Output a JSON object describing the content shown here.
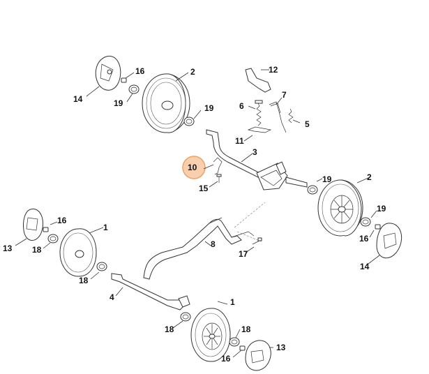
{
  "highlight_color": "#f0a060",
  "callouts": [
    {
      "id": "c12",
      "text": "12"
    },
    {
      "id": "c16a",
      "text": "16"
    },
    {
      "id": "c2a",
      "text": "2"
    },
    {
      "id": "c14a",
      "text": "14"
    },
    {
      "id": "c19a",
      "text": "19"
    },
    {
      "id": "c19b",
      "text": "19"
    },
    {
      "id": "c7",
      "text": "7"
    },
    {
      "id": "c6",
      "text": "6"
    },
    {
      "id": "c5",
      "text": "5"
    },
    {
      "id": "c11",
      "text": "11"
    },
    {
      "id": "c3",
      "text": "3"
    },
    {
      "id": "c10",
      "text": "10"
    },
    {
      "id": "c15",
      "text": "15"
    },
    {
      "id": "c19c",
      "text": "19"
    },
    {
      "id": "c2b",
      "text": "2"
    },
    {
      "id": "c19d",
      "text": "19"
    },
    {
      "id": "c16b",
      "text": "16"
    },
    {
      "id": "c14b",
      "text": "14"
    },
    {
      "id": "c16c",
      "text": "16"
    },
    {
      "id": "c1a",
      "text": "1"
    },
    {
      "id": "c13a",
      "text": "13"
    },
    {
      "id": "c18a",
      "text": "18"
    },
    {
      "id": "c18b",
      "text": "18"
    },
    {
      "id": "c8",
      "text": "8"
    },
    {
      "id": "c17",
      "text": "17"
    },
    {
      "id": "c4",
      "text": "4"
    },
    {
      "id": "c1b",
      "text": "1"
    },
    {
      "id": "c18c",
      "text": "18"
    },
    {
      "id": "c18d",
      "text": "18"
    },
    {
      "id": "c13b",
      "text": "13"
    },
    {
      "id": "c16d",
      "text": "16"
    }
  ]
}
